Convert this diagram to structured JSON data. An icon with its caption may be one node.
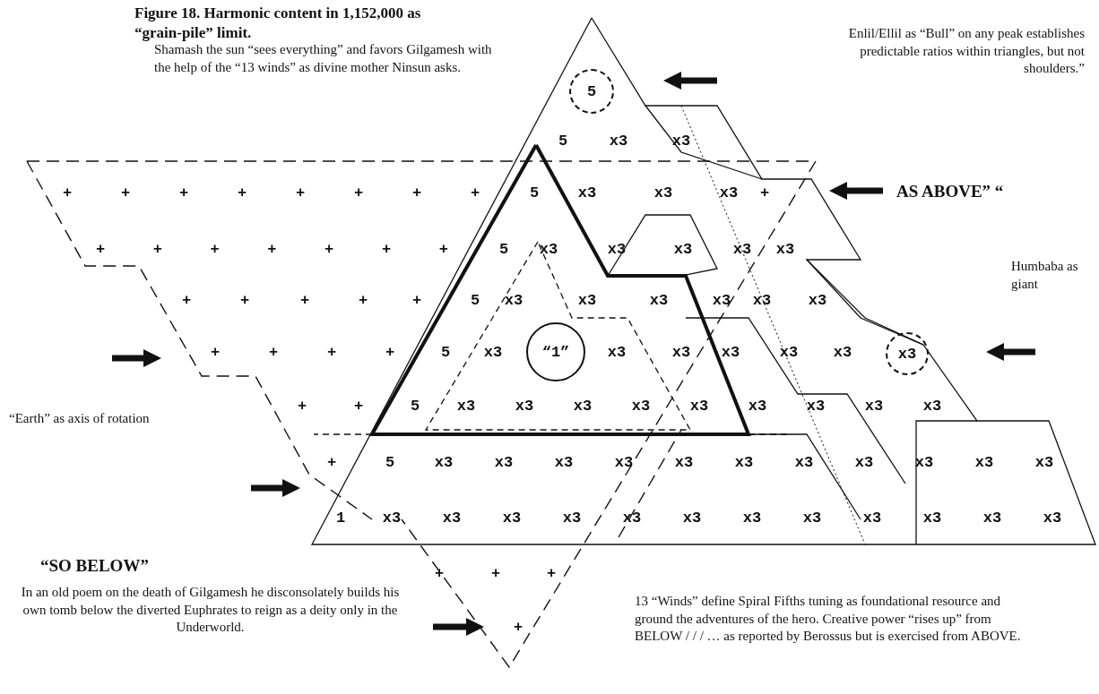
{
  "diagram": {
    "title": "Figure 18. Harmonic content in 1,152,000 as “grain-pile” limit.",
    "nodes": [
      {
        "text": [
          "5"
        ]
      },
      {
        "text": [
          "“1”"
        ]
      },
      {
        "text": [
          "x3"
        ]
      }
    ],
    "labels": [
      "Shamash the sun “sees everything” and favors Gilgamesh with the help of the “13 winds” as divine mother Ninsun asks.",
      "Enlil/Ellil as “Bull” on any peak establishes predictable ratios within triangles, but not  shoulders.”",
      "5",
      "x3",
      "x3",
      "+",
      "+",
      "+",
      "+",
      "+",
      "+",
      "+",
      "+",
      "5",
      "x3",
      "x3",
      "x3",
      "+",
      "AS ABOVE” “",
      "+",
      "+",
      "+",
      "+",
      "+",
      "+",
      "+",
      "5",
      "x3",
      "x3",
      "x3",
      "x3",
      "x3",
      "Humbaba as giant",
      "+",
      "+",
      "+",
      "+",
      "+",
      "5",
      "x3",
      "x3",
      "x3",
      "x3",
      "x3",
      "x3",
      "“Earth” as axis of rotation",
      "+",
      "+",
      "+",
      "+",
      "5",
      "x3",
      "x3",
      "x3",
      "x3",
      "x3",
      "x3",
      "+",
      "+",
      "5",
      "x3",
      "x3",
      "x3",
      "x3",
      "x3",
      "x3",
      "x3",
      "x3",
      "x3",
      "+",
      "5",
      "x3",
      "x3",
      "x3",
      "x3",
      "x3",
      "x3",
      "x3",
      "x3",
      "x3",
      "x3",
      "x3",
      "1",
      "x3",
      "x3",
      "x3",
      "x3",
      "x3",
      "x3",
      "x3",
      "x3",
      "x3",
      "x3",
      "x3",
      "x3",
      "“SO BELOW”",
      "In an old poem on the death of Gilgamesh he disconsolately builds his own tomb below the diverted Euphrates to reign as a deity only in the Underworld.",
      "+",
      "+",
      "+",
      "13 “Winds” define Spiral Fifths tuning as foundational resource and ground the adventures of the hero. Creative power “rises up” from BELOW / / / … as reported by Berossus but is exercised from ABOVE.",
      "+"
    ]
  }
}
